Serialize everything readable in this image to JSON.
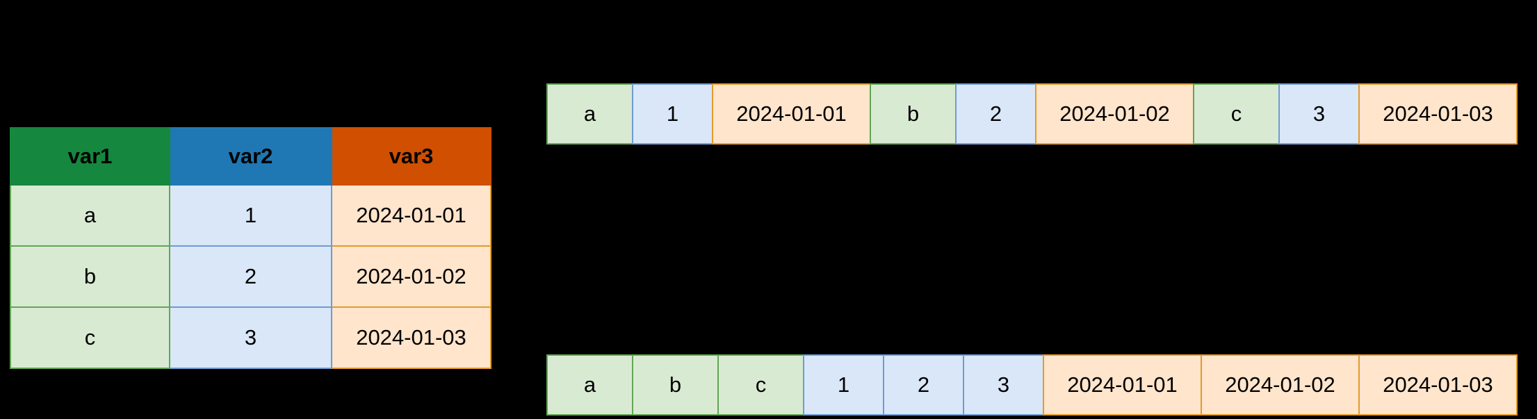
{
  "palette": {
    "background": "#000000",
    "text": "#000000",
    "green_header": "#15873e",
    "green_fill": "#d9ead3",
    "green_border": "#61a653",
    "blue_header": "#1f78b4",
    "blue_fill": "#d9e7f8",
    "blue_border": "#6f9bd1",
    "orange_header": "#d04f00",
    "orange_fill": "#ffe5cc",
    "orange_border": "#e39a2d"
  },
  "table": {
    "headers": [
      {
        "label": "var1",
        "color_role": "green"
      },
      {
        "label": "var2",
        "color_role": "blue"
      },
      {
        "label": "var3",
        "color_role": "orange"
      }
    ],
    "rows": [
      [
        "a",
        "1",
        "2024-01-01"
      ],
      [
        "b",
        "2",
        "2024-01-02"
      ],
      [
        "c",
        "3",
        "2024-01-03"
      ]
    ]
  },
  "row_major": {
    "cells": [
      {
        "text": "a",
        "type": "green"
      },
      {
        "text": "1",
        "type": "blue"
      },
      {
        "text": "2024-01-01",
        "type": "orange"
      },
      {
        "text": "b",
        "type": "green"
      },
      {
        "text": "2",
        "type": "blue"
      },
      {
        "text": "2024-01-02",
        "type": "orange"
      },
      {
        "text": "c",
        "type": "green"
      },
      {
        "text": "3",
        "type": "blue"
      },
      {
        "text": "2024-01-03",
        "type": "orange"
      }
    ]
  },
  "column_major": {
    "cells": [
      {
        "text": "a",
        "type": "green"
      },
      {
        "text": "b",
        "type": "green"
      },
      {
        "text": "c",
        "type": "green"
      },
      {
        "text": "1",
        "type": "blue"
      },
      {
        "text": "2",
        "type": "blue"
      },
      {
        "text": "3",
        "type": "blue"
      },
      {
        "text": "2024-01-01",
        "type": "orange"
      },
      {
        "text": "2024-01-02",
        "type": "orange"
      },
      {
        "text": "2024-01-03",
        "type": "orange"
      }
    ]
  }
}
